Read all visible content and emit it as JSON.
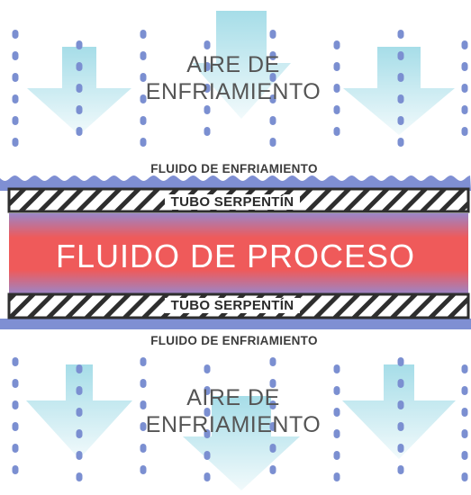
{
  "labels": {
    "air_top": [
      "AIRE DE",
      "ENFRIAMIENTO"
    ],
    "air_bottom": [
      "AIRE DE",
      "ENFRIAMIENTO"
    ],
    "cooling_fluid_top": "FLUIDO DE ENFRIAMIENTO",
    "cooling_fluid_bottom": "FLUIDO DE ENFRIAMIENTO",
    "tube_top": "TUBO SERPENTÍN",
    "tube_bottom": "TUBO SERPENTÍN",
    "process_fluid": "FLUIDO DE PROCESO"
  },
  "colors": {
    "air_arrow": "#a6dde8",
    "air_drops": "#7b8fd1",
    "cooling_fluid_wave": "#7f8fd3",
    "tube_outline": "#2e2e2e",
    "process_core": "#ef5a5a",
    "process_edge": "#9a86c8"
  }
}
